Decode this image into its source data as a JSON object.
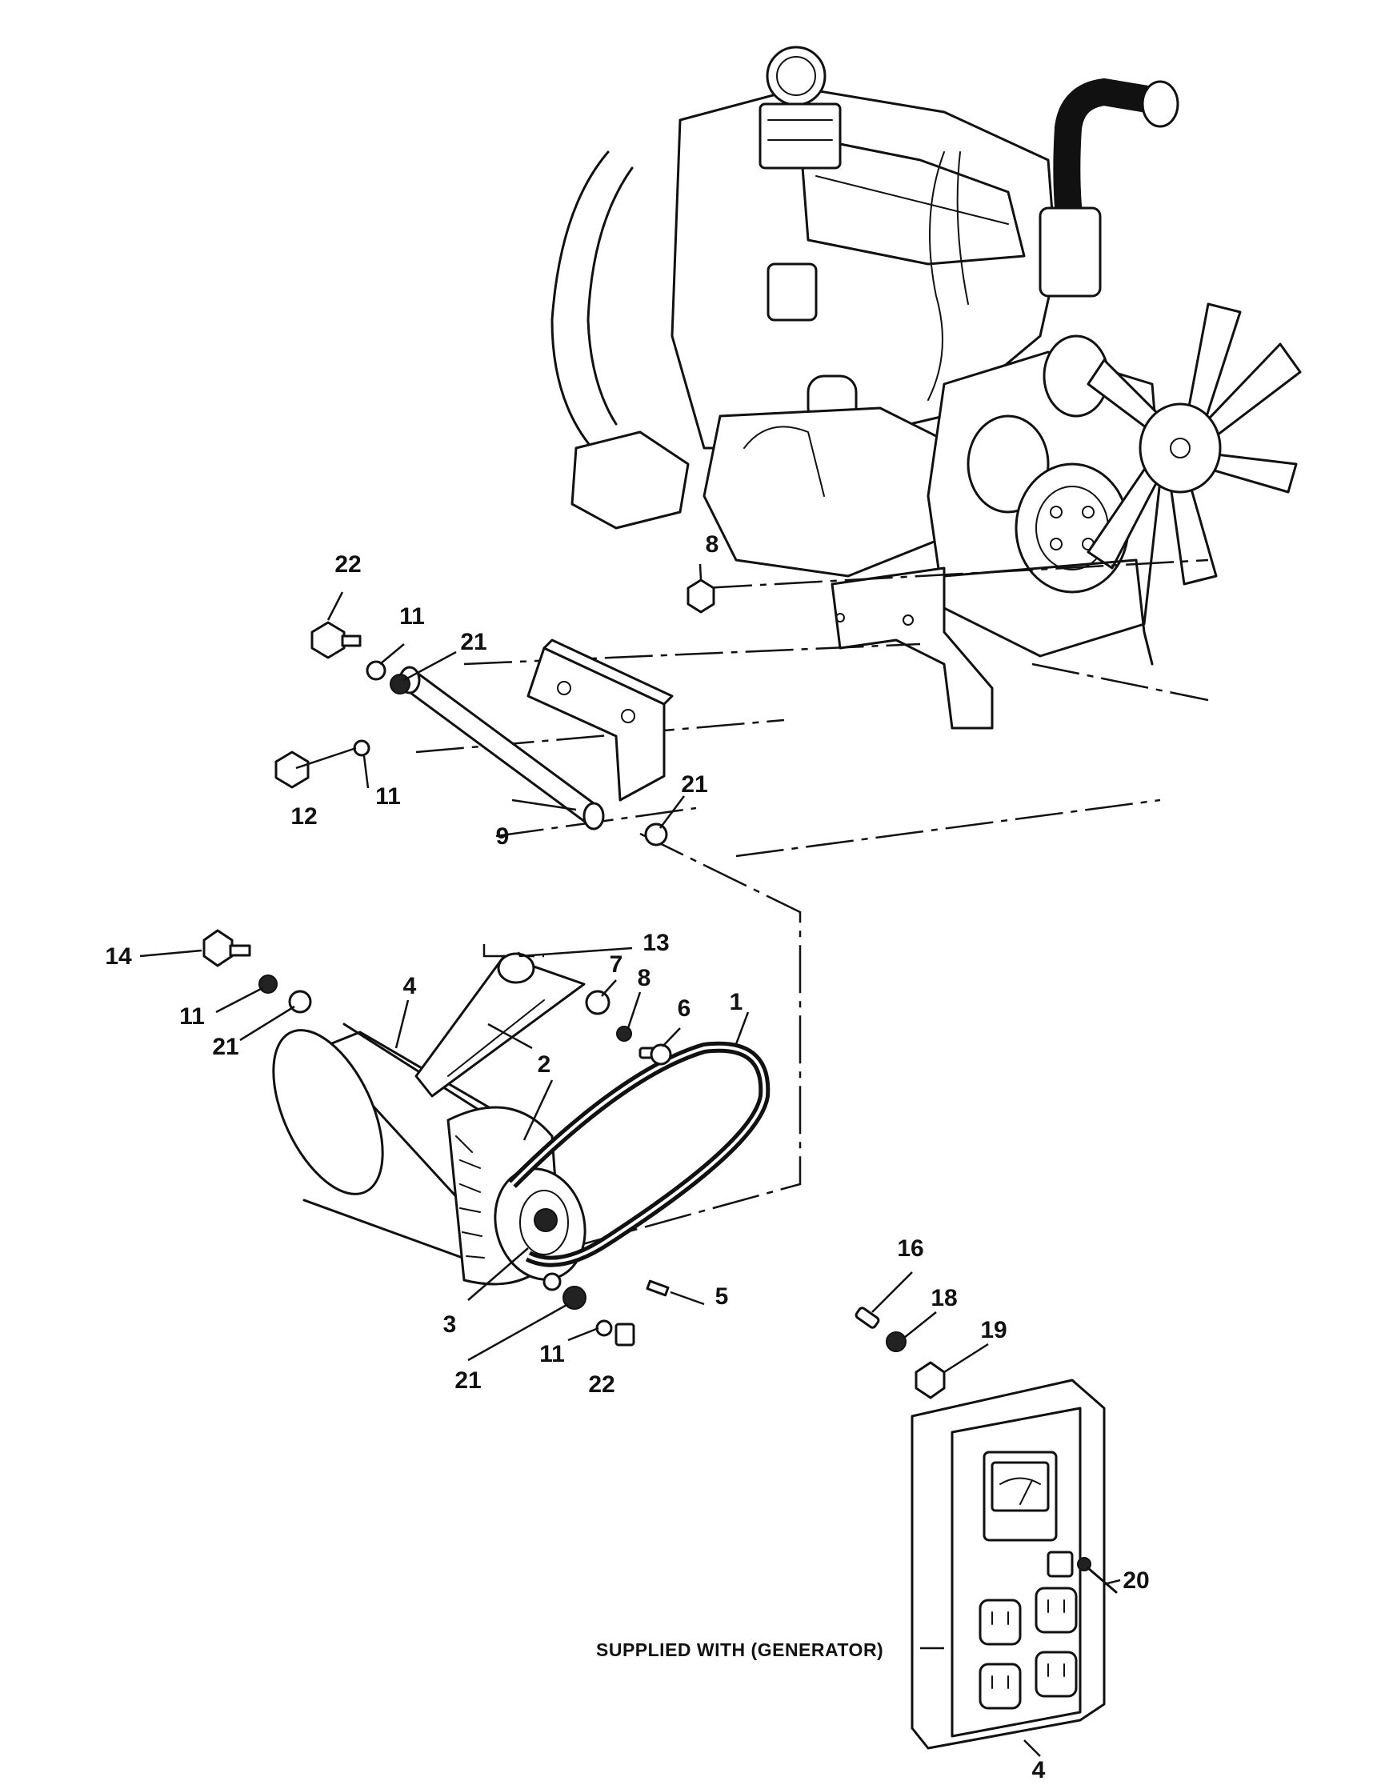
{
  "callouts": {
    "c1": "1",
    "c2": "2",
    "c3": "3",
    "c4a": "4",
    "c4b": "4",
    "c5": "5",
    "c6": "6",
    "c7": "7",
    "c8a": "8",
    "c8b": "8",
    "c9": "9",
    "c11a": "11",
    "c11b": "11",
    "c11c": "11",
    "c11d": "11",
    "c12": "12",
    "c13": "13",
    "c14": "14",
    "c16": "16",
    "c18": "18",
    "c19": "19",
    "c20": "20",
    "c21a": "21",
    "c21b": "21",
    "c21c": "21",
    "c21d": "21",
    "c22a": "22",
    "c22b": "22"
  },
  "note": "SUPPLIED WITH (GENERATOR)"
}
